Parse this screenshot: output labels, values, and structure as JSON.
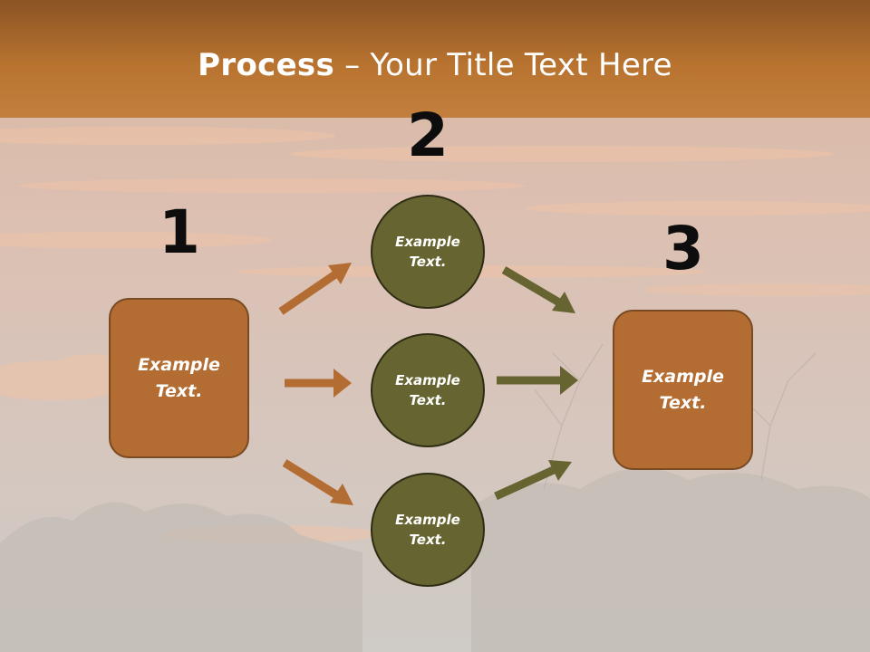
{
  "slide": {
    "title_bold": "Process",
    "title_rest": " – Your Title Text Here"
  },
  "steps": {
    "n1": "1",
    "n2": "2",
    "n3": "3"
  },
  "nodes": {
    "left_box": "Example\nText.",
    "circle_top": "Example\nText.",
    "circle_mid": "Example\nText.",
    "circle_bot": "Example\nText.",
    "right_box": "Example\nText."
  },
  "colors": {
    "box_fill": "#b36c32",
    "circle_fill": "#666431",
    "orange_arrow": "#b36c32",
    "olive_arrow": "#666431",
    "title_bar": "#b06a2c"
  }
}
